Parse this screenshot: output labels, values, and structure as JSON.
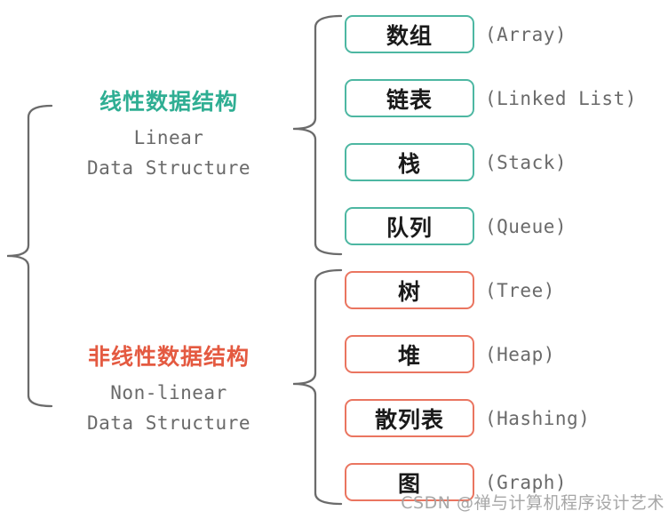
{
  "diagram": {
    "watermark": "CSDN @禅与计算机程序设计艺术"
  },
  "colors": {
    "background": "#ffffff",
    "teal_title": "#2fae93",
    "teal_border": "#4db7a2",
    "orange_title": "#e45a41",
    "orange_border": "#ea7560",
    "dark_text": "#1a1a1a",
    "gray_text": "#6a6a6a",
    "brace": "#6b6b6b",
    "watermark_gray": "#a3a3a3"
  },
  "groups": [
    {
      "id": "linear",
      "title_zh": "线性数据结构",
      "subtitle_line1": "Linear",
      "subtitle_line2": "Data Structure",
      "items": [
        {
          "zh": "数组",
          "en": "(Array)"
        },
        {
          "zh": "链表",
          "en": "(Linked List)"
        },
        {
          "zh": "栈",
          "en": "(Stack)"
        },
        {
          "zh": "队列",
          "en": "(Queue)"
        }
      ]
    },
    {
      "id": "nonlinear",
      "title_zh": "非线性数据结构",
      "subtitle_line1": "Non-linear",
      "subtitle_line2": "Data Structure",
      "items": [
        {
          "zh": "树",
          "en": "(Tree)"
        },
        {
          "zh": "堆",
          "en": "(Heap)"
        },
        {
          "zh": "散列表",
          "en": "(Hashing)"
        },
        {
          "zh": "图",
          "en": "(Graph)"
        }
      ]
    }
  ]
}
